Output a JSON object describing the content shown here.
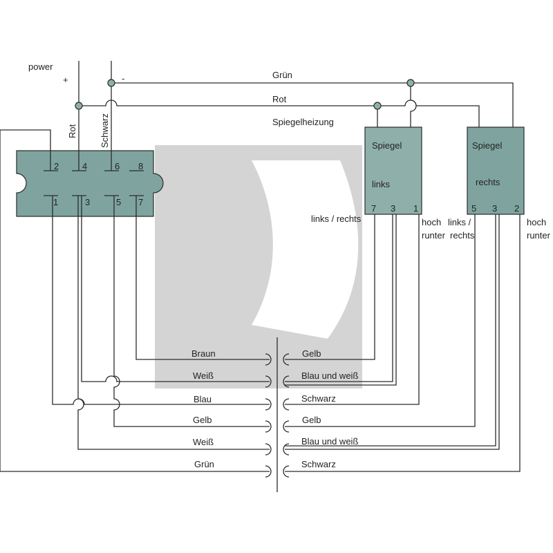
{
  "colors": {
    "component_fill": "#7fa49f",
    "wire": "#2a2a2a",
    "watermark": "#d4d4d4",
    "junction": "#8fb0aa"
  },
  "power": {
    "label": "power",
    "plus": "+",
    "minus": "-",
    "rot": "Rot",
    "schwarz": "Schwarz"
  },
  "bus": {
    "gruen": "Grün",
    "rot": "Rot",
    "spiegelheizung": "Spiegelheizung"
  },
  "switch": {
    "pins_top": [
      "2",
      "4",
      "6",
      "8"
    ],
    "pins_bottom": [
      "1",
      "3",
      "5",
      "7"
    ]
  },
  "mirror_left": {
    "title": "Spiegel",
    "side": "links",
    "pins": [
      "7",
      "3",
      "1"
    ],
    "label_lr": "links / rechts",
    "label_hoch": "hoch",
    "label_runter": "runter"
  },
  "mirror_right": {
    "title": "Spiegel",
    "side": "rechts",
    "pins": [
      "5",
      "3",
      "2"
    ],
    "label_links": "links /",
    "label_rechts": "rechts",
    "label_hoch": "hoch",
    "label_runter": "runter"
  },
  "connector": {
    "left_wires": [
      "Braun",
      "Weiß",
      "Blau",
      "Gelb",
      "Weiß",
      "Grün"
    ],
    "right_wires": [
      "Gelb",
      "Blau und weiß",
      "Schwarz",
      "Gelb",
      "Blau und weiß",
      "Schwarz"
    ]
  }
}
